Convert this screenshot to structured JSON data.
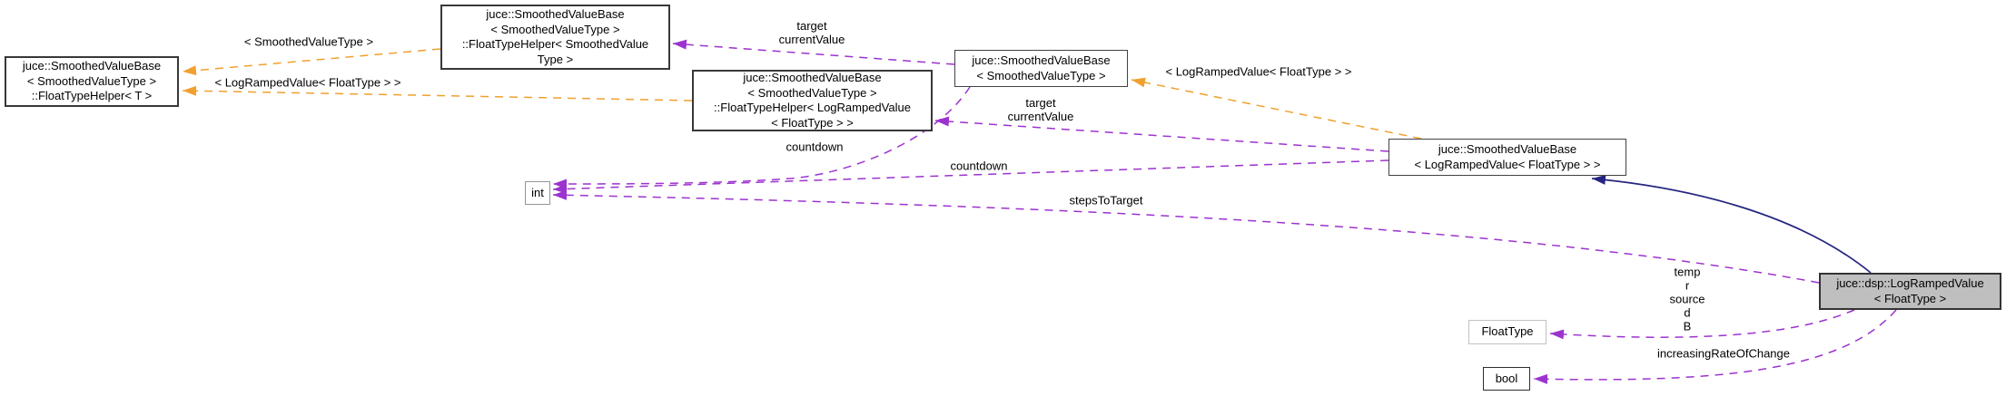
{
  "colors": {
    "template_edge": "#f0a030",
    "usage_edge": "#9c33cf",
    "inheritance_edge": "#252580",
    "current_node_fill": "#bfbfbf",
    "node_fill": "#ffffff",
    "node_border": "#424242"
  },
  "nodes": {
    "helper_t": {
      "text": "juce::SmoothedValueBase\n< SmoothedValueType >\n::FloatTypeHelper< T >"
    },
    "helper_svt": {
      "text": "juce::SmoothedValueBase\n< SmoothedValueType >\n::FloatTypeHelper< SmoothedValue\nType >"
    },
    "base_svt": {
      "text": "juce::SmoothedValueBase\n< SmoothedValueType >"
    },
    "helper_lrv": {
      "text": "juce::SmoothedValueBase\n< SmoothedValueType >\n::FloatTypeHelper< LogRampedValue\n< FloatType > >"
    },
    "base_lrv": {
      "text": "juce::SmoothedValueBase\n< LogRampedValue< FloatType > >"
    },
    "main": {
      "text": "juce::dsp::LogRampedValue\n< FloatType >"
    },
    "int_type": {
      "text": "int"
    },
    "float_type": {
      "text": "FloatType"
    },
    "bool_type": {
      "text": "bool"
    }
  },
  "edge_labels": {
    "tmpl_svt": "< SmoothedValueType >",
    "tmpl_lrv_left": "< LogRampedValue< FloatType > >",
    "tmpl_lrv_right": "< LogRampedValue< FloatType > >",
    "target_current_top": "target\ncurrentValue",
    "target_current_mid": "target\ncurrentValue",
    "countdown_left": "countdown",
    "countdown_right": "countdown",
    "steps_to_target": "stepsToTarget",
    "float_members": "temp\nr\nsource\nd\nB",
    "increasing_rate": "increasingRateOfChange"
  }
}
